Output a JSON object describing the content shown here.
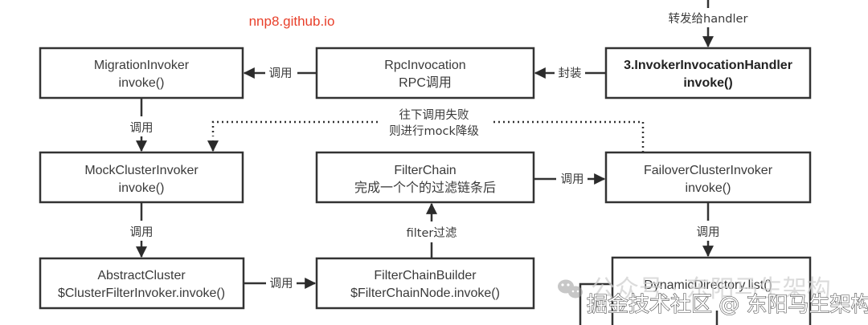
{
  "site_label": "nnp8.github.io",
  "nodes": {
    "migration": {
      "line1": "MigrationInvoker",
      "line2": "invoke()"
    },
    "rpc": {
      "line1": "RpcInvocation",
      "line2": "RPC调用"
    },
    "handler": {
      "line1": "3.InvokerInvocationHandler",
      "line2": "invoke()"
    },
    "mock": {
      "line1": "MockClusterInvoker",
      "line2": "invoke()"
    },
    "filterchain": {
      "line1": "FilterChain",
      "line2": "完成一个个的过滤链条后"
    },
    "failover": {
      "line1": "FailoverClusterInvoker",
      "line2": "invoke()"
    },
    "abstract": {
      "line1": "AbstractCluster",
      "line2": "$ClusterFilterInvoker.invoke()"
    },
    "builder": {
      "line1": "FilterChainBuilder",
      "line2": "$FilterChainNode.invoke()"
    },
    "directory": {
      "line1": "DynamicDirectory.list()"
    }
  },
  "edges": {
    "to_handler": "转发给handler",
    "handler_to_rpc": "封装",
    "rpc_to_migration": "调用",
    "migration_to_mock": "调用",
    "fallback_line1": "往下调用失败",
    "fallback_line2": "则进行mock降级",
    "mock_to_abstract": "调用",
    "abstract_to_builder": "调用",
    "builder_to_filterchain": "filter过滤",
    "filterchain_to_failover": "调用",
    "failover_to_directory": "调用"
  },
  "watermark": {
    "faint": "公众号 · 东阳马生架构",
    "strong": "掘金技术社区 @ 东阳马生架构",
    "icon": "wechat-icon"
  }
}
